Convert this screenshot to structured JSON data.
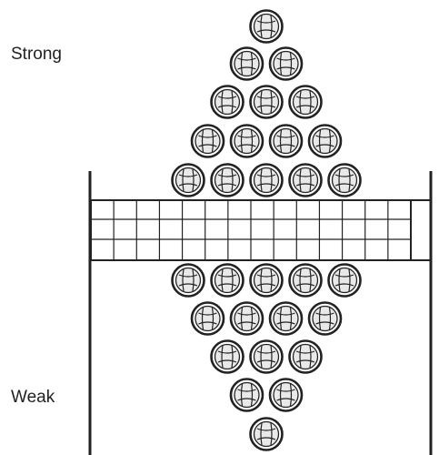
{
  "labels": {
    "top": "Strong",
    "bottom": "Weak"
  },
  "icons": {
    "ball": "volleyball-icon",
    "net": "volleyball-net",
    "post": "net-post"
  },
  "colors": {
    "ink": "#222222",
    "ball_fill": "#e9e9e9",
    "background": "#ffffff"
  },
  "formation": {
    "rows_above_net": [
      1,
      2,
      3,
      4,
      5
    ],
    "rows_below_net": [
      5,
      4,
      3,
      2,
      1
    ]
  }
}
